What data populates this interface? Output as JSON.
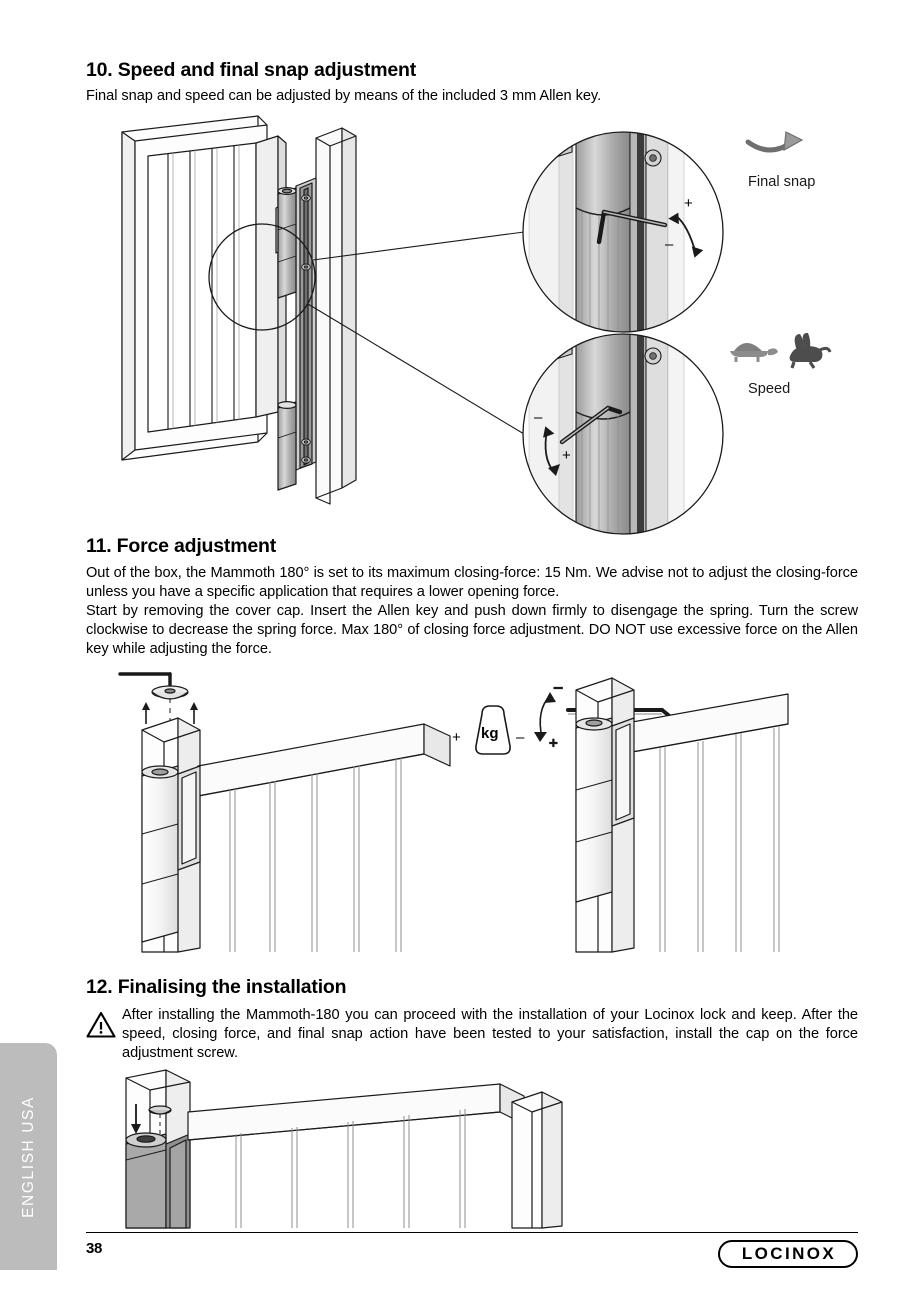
{
  "document": {
    "language_tab": "ENGLISH USA",
    "page_number": "38",
    "brand": "LOCINOX"
  },
  "sections": [
    {
      "id": "sec10",
      "heading": "10. Speed and final snap adjustment",
      "subtitle": "Final snap and speed can be adjusted by means of the included 3 mm Allen key."
    },
    {
      "id": "sec11",
      "heading": "11. Force adjustment",
      "paragraph1": "Out of the box, the Mammoth 180° is set to its maximum closing-force: 15 Nm. We advise not to adjust the closing-force unless you have a specific application that requires a lower opening force.",
      "paragraph2": "Start by removing the cover cap. Insert the Allen key and push down firmly to disengage the spring. Turn the screw clockwise to decrease the spring force. Max 180° of closing force adjustment. DO NOT use excessive force on the Allen key while adjusting the force."
    },
    {
      "id": "sec12",
      "heading": "12. Finalising the installation",
      "warning": "After installing the Mammoth-180 you can proceed with the installation of your Locinox lock and keep. After the speed, closing force, and final snap action have been tested to your satisfaction, install the cap on the force adjustment screw."
    }
  ],
  "figures": {
    "speed_adjustment": {
      "final_snap_label": "Final snap",
      "speed_label": "Speed",
      "plus": "+",
      "minus": "–"
    },
    "force_adjustment": {
      "weight_unit": "kg",
      "plus": "+",
      "minus": "–"
    }
  },
  "colors": {
    "tab_grey": "#bcbcbc",
    "line": "#1a1a1a",
    "metal_light": "#e9e9e9",
    "metal_mid": "#c4c4c4",
    "metal_dark": "#8f8f8f",
    "ink": "#000000"
  }
}
